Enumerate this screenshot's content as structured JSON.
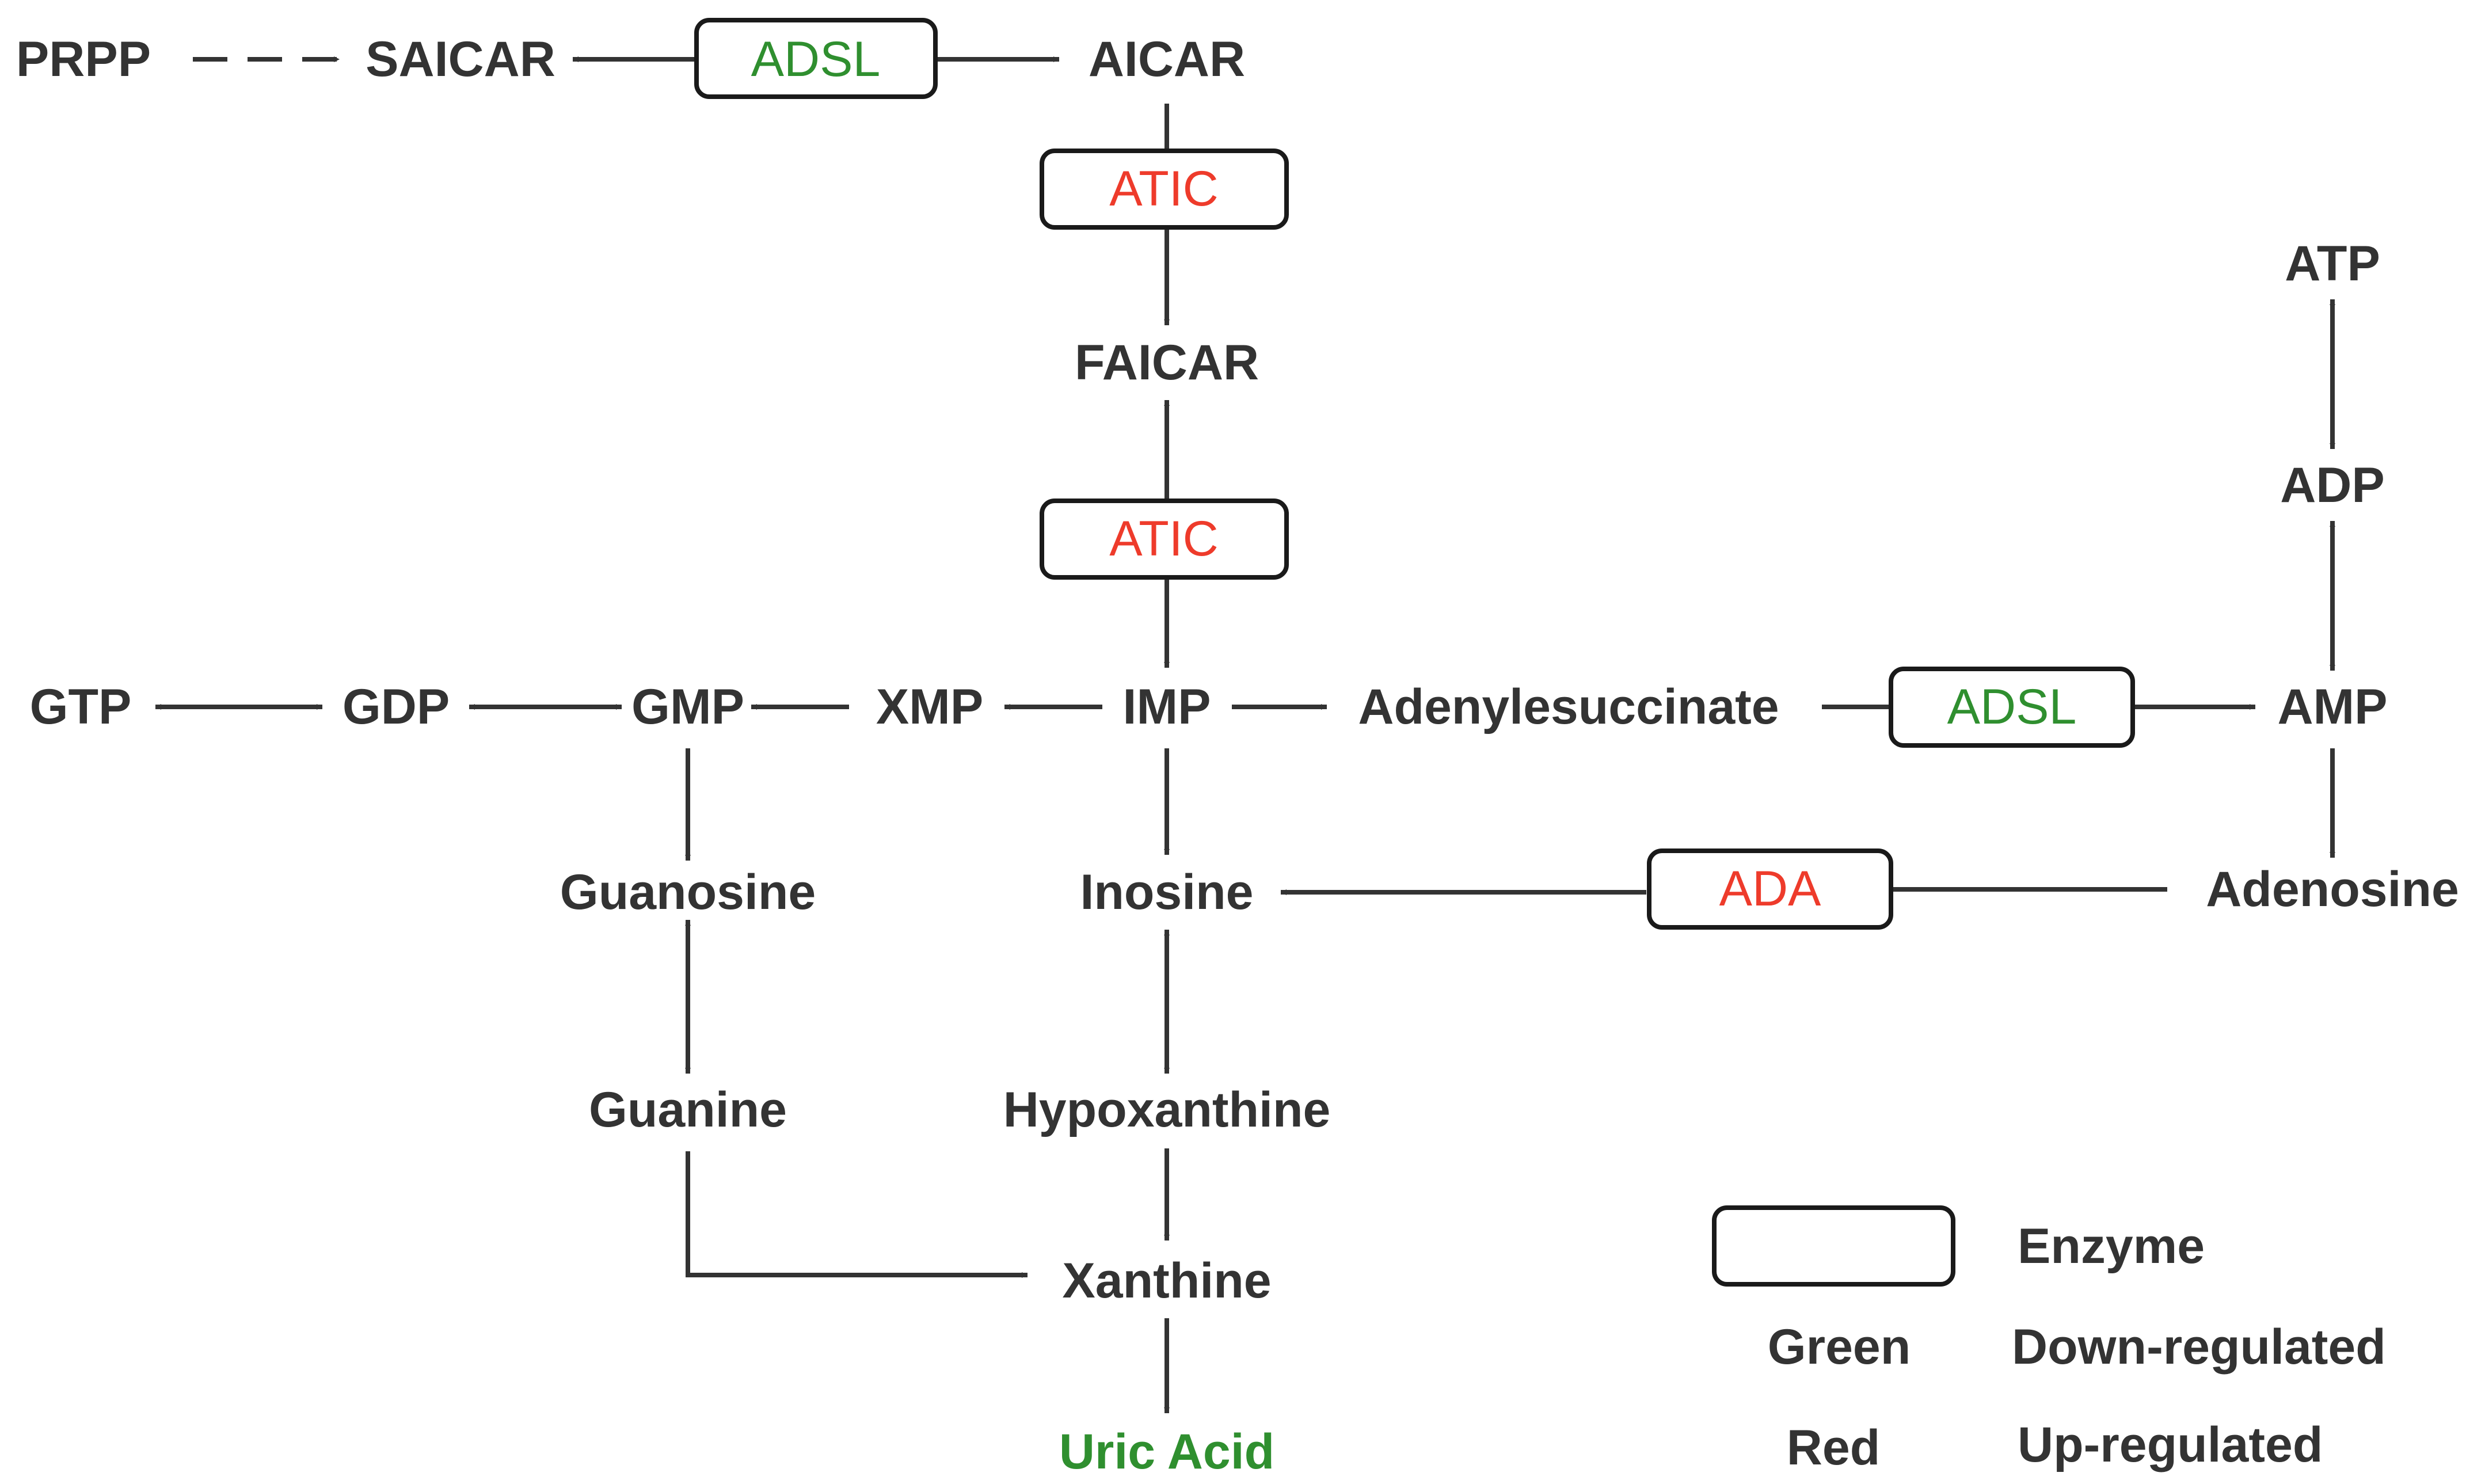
{
  "colors": {
    "ink": "#333333",
    "box_stroke": "#1a1a1a",
    "down": "#2f8f2f",
    "up": "#ee3b2b"
  },
  "metabolites": {
    "prpp": "PRPP",
    "saicar": "SAICAR",
    "aicar": "AICAR",
    "faicar": "FAICAR",
    "atp": "ATP",
    "adp": "ADP",
    "gtp": "GTP",
    "gdp": "GDP",
    "gmp": "GMP",
    "xmp": "XMP",
    "imp": "IMP",
    "adenylosuccinate": "Adenylesuccinate",
    "amp": "AMP",
    "guanosine": "Guanosine",
    "inosine": "Inosine",
    "adenosine": "Adenosine",
    "guanine": "Guanine",
    "hypoxanthine": "Hypoxanthine",
    "xanthine": "Xanthine",
    "uric_acid": "Uric Acid"
  },
  "enzymes": {
    "adsl_top": "ADSL",
    "atic_upper": "ATIC",
    "atic_lower": "ATIC",
    "adsl_right": "ADSL",
    "ada": "ADA"
  },
  "legend": {
    "enzyme_label": "Enzyme",
    "green_label": "Green",
    "green_meaning": "Down-regulated",
    "red_label": "Red",
    "red_meaning": "Up-regulated"
  }
}
